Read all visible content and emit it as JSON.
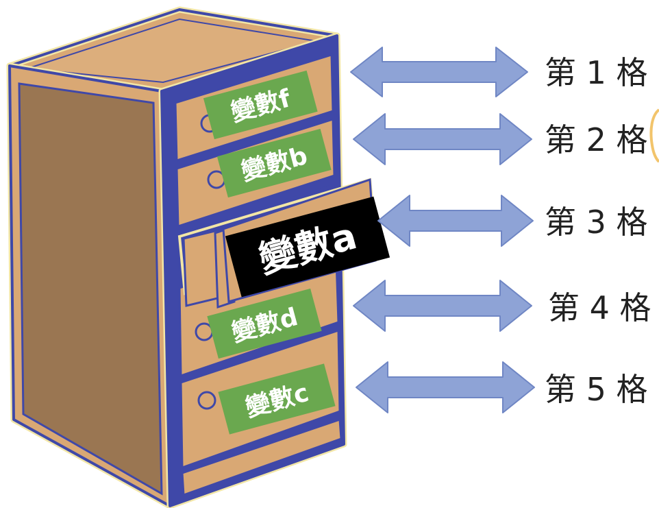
{
  "drawers": [
    {
      "variable": "變數f",
      "slot": "第 1 格"
    },
    {
      "variable": "變數b",
      "slot": "第 2 格"
    },
    {
      "variable": "變數a",
      "slot": "第 3 格"
    },
    {
      "variable": "變數d",
      "slot": "第 4 格"
    },
    {
      "variable": "變數c",
      "slot": "第 5 格"
    }
  ],
  "colors": {
    "cabinet_fill": "#d9a874",
    "cabinet_side": "#9a7652",
    "cabinet_outline": "#3f48a8",
    "cabinet_edge": "#f2e6a6",
    "tag_green": "#6aa84f",
    "tag_black": "#000000",
    "arrow_fill": "#8ea3d6",
    "arrow_stroke": "#6f86c4"
  }
}
